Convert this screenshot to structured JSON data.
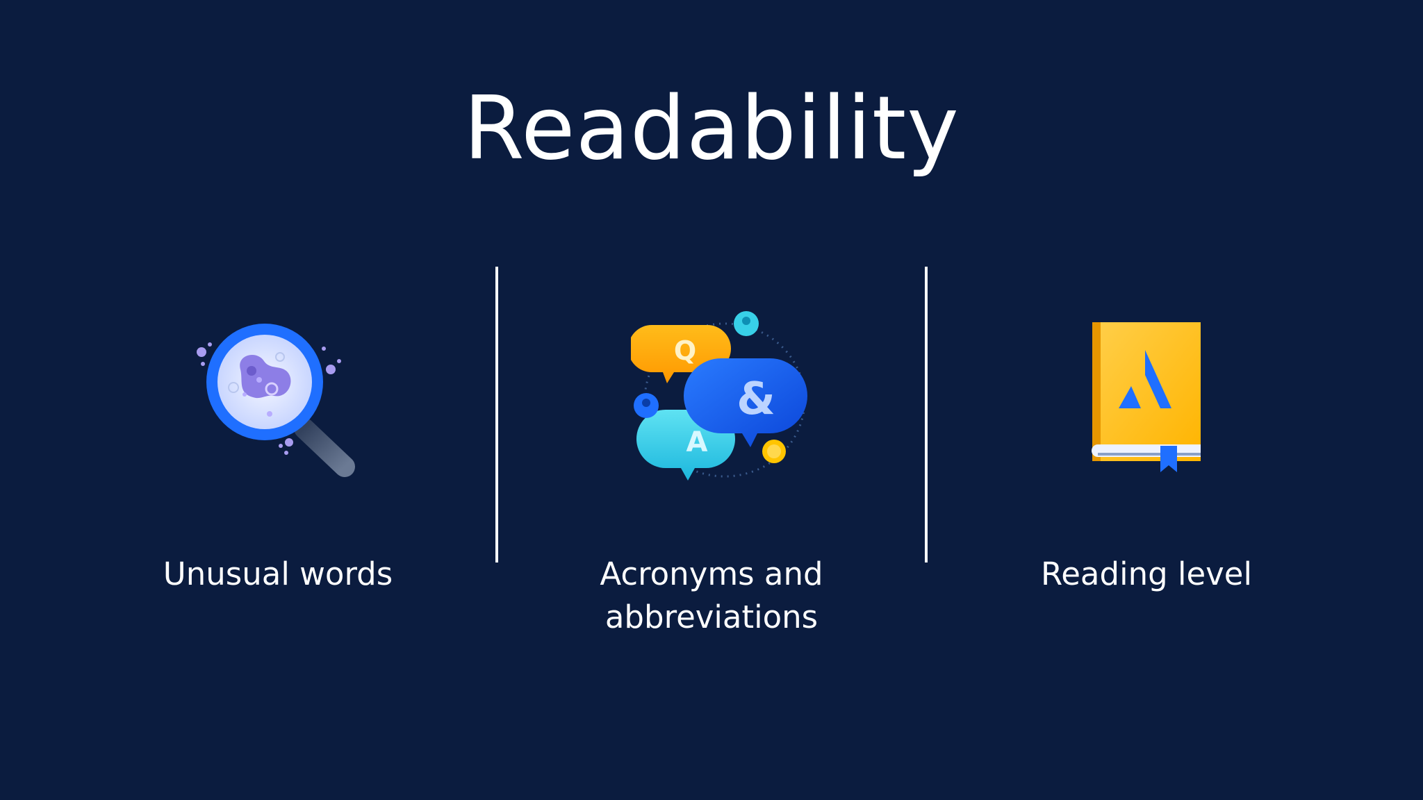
{
  "title": "Readability",
  "items": [
    {
      "label": "Unusual words",
      "icon": "magnifier-microbe-icon"
    },
    {
      "label_line1": "Acronyms and",
      "label_line2": "abbreviations",
      "icon": "qa-speech-bubbles-icon"
    },
    {
      "label": "Reading level",
      "icon": "book-icon"
    }
  ],
  "colors": {
    "background": "#0b1c3f",
    "text": "#ffffff",
    "blue": "#1f6fff",
    "orange": "#ffa900",
    "cyan": "#38d0e8",
    "purple": "#8d7ee6"
  }
}
